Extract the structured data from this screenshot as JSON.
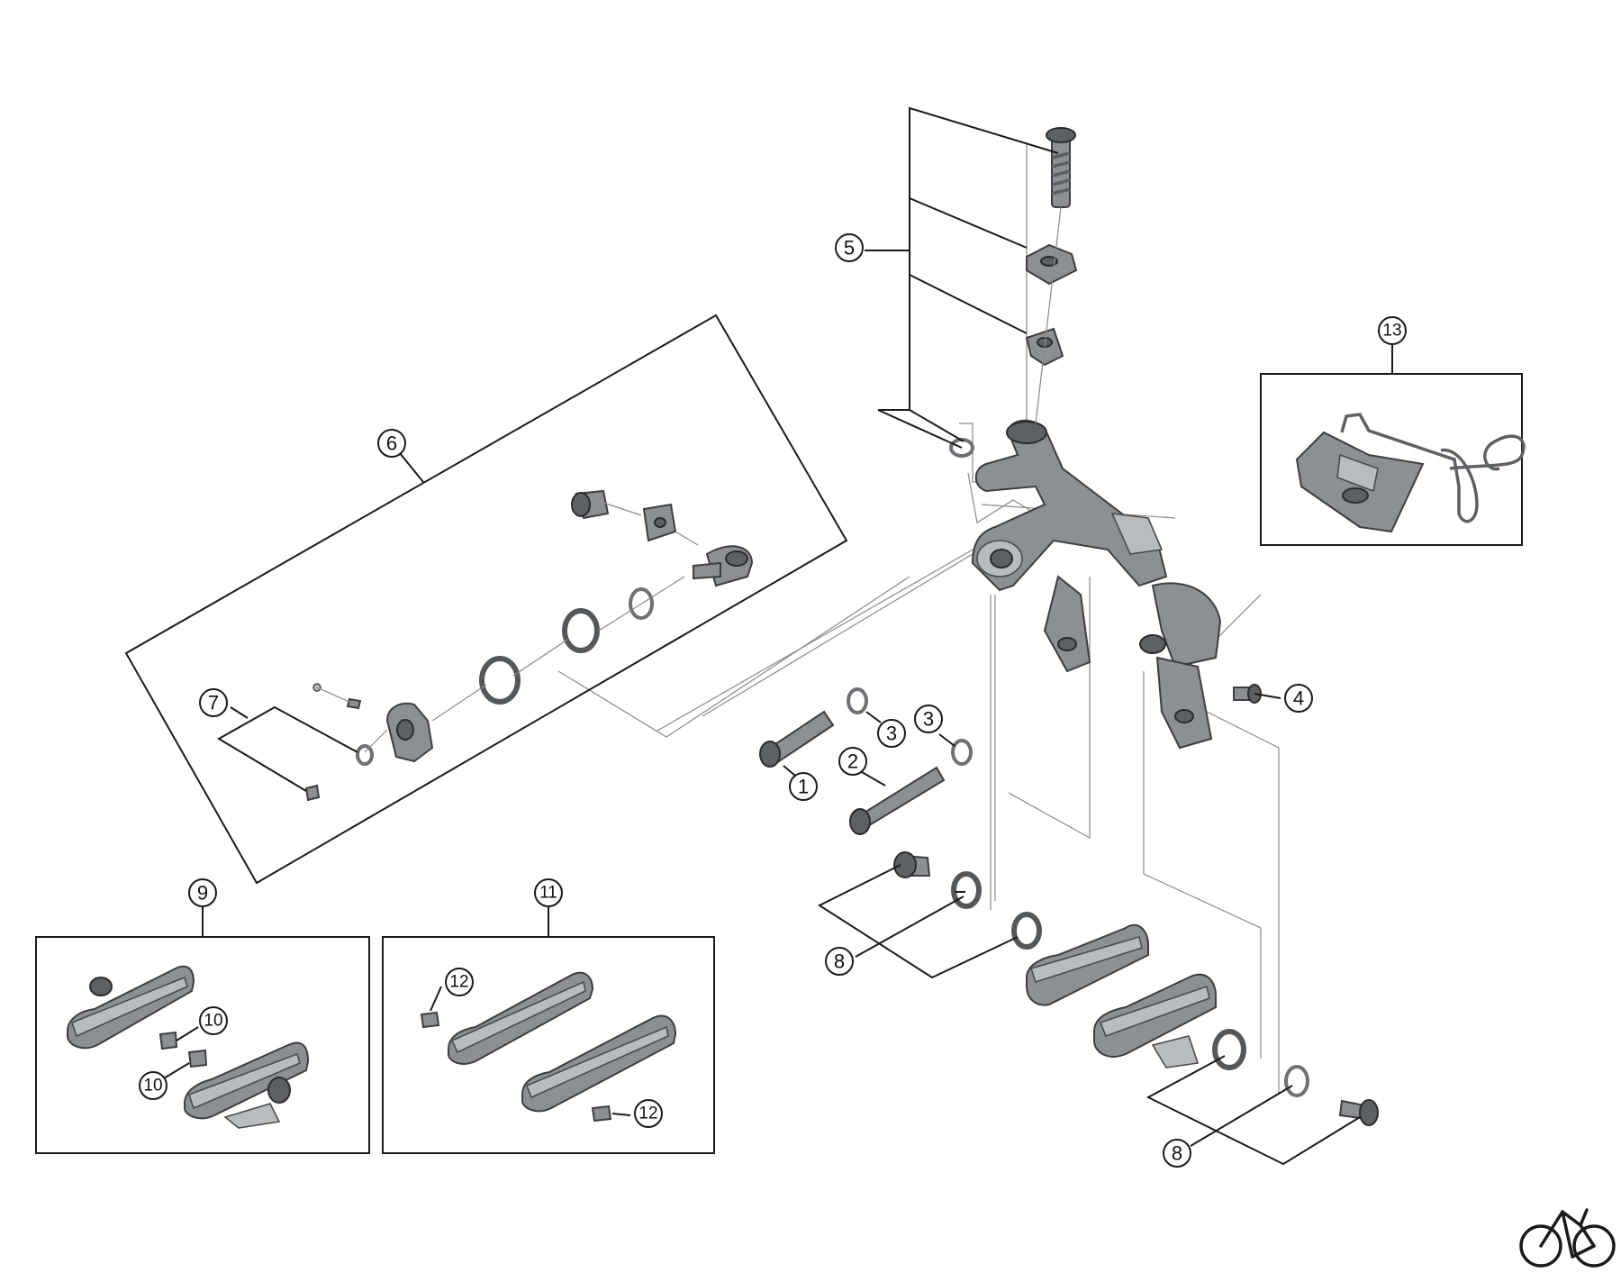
{
  "callouts": {
    "c1": "1",
    "c2": "2",
    "c3a": "3",
    "c3b": "3",
    "c4": "4",
    "c5": "5",
    "c6": "6",
    "c7": "7",
    "c8a": "8",
    "c8b": "8",
    "c9": "9",
    "c10a": "10",
    "c10b": "10",
    "c11": "11",
    "c12a": "12",
    "c12b": "12",
    "c13": "13"
  },
  "icons": {
    "logo": "bicycle-icon"
  },
  "colors": {
    "part": "#8c8f93",
    "line": "#1a1a1a",
    "guide": "#8a8a8a"
  }
}
